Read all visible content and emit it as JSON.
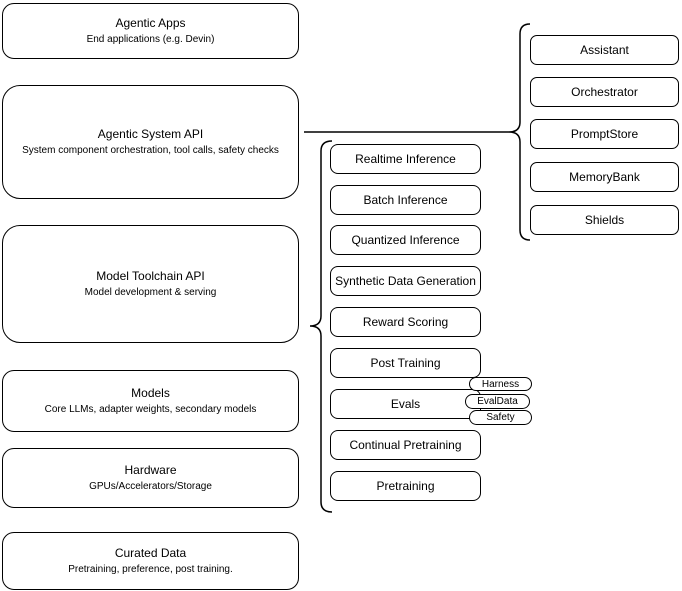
{
  "diagram": {
    "left_column": {
      "boxes": [
        {
          "title": "Agentic Apps",
          "subtitle": "End applications (e.g. Devin)"
        },
        {
          "title": "Agentic System API",
          "subtitle": "System component orchestration, tool calls, safety checks"
        },
        {
          "title": "Model Toolchain API",
          "subtitle": "Model development & serving"
        },
        {
          "title": "Models",
          "subtitle": "Core LLMs, adapter weights, secondary models"
        },
        {
          "title": "Hardware",
          "subtitle": "GPUs/Accelerators/Storage"
        },
        {
          "title": "Curated Data",
          "subtitle": "Pretraining, preference, post training."
        }
      ]
    },
    "toolchain_group": {
      "boxes": [
        {
          "label": "Realtime Inference"
        },
        {
          "label": "Batch Inference"
        },
        {
          "label": "Quantized Inference"
        },
        {
          "label": "Synthetic Data Generation"
        },
        {
          "label": "Reward Scoring"
        },
        {
          "label": "Post Training"
        },
        {
          "label": "Evals"
        },
        {
          "label": "Continual Pretraining"
        },
        {
          "label": "Pretraining"
        }
      ],
      "evals_tags": [
        {
          "label": "Harness"
        },
        {
          "label": "EvalData"
        },
        {
          "label": "Safety"
        }
      ]
    },
    "system_group": {
      "boxes": [
        {
          "label": "Assistant"
        },
        {
          "label": "Orchestrator"
        },
        {
          "label": "PromptStore"
        },
        {
          "label": "MemoryBank"
        },
        {
          "label": "Shields"
        }
      ]
    },
    "colors": {
      "stroke": "#000000",
      "fill": "#ffffff",
      "background": "#ffffff"
    }
  }
}
